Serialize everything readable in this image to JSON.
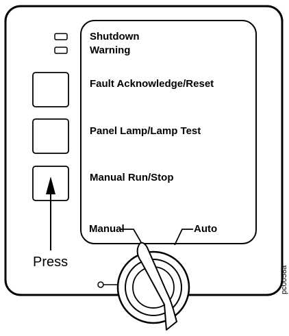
{
  "indicators": {
    "shutdown": "Shutdown",
    "warning": "Warning"
  },
  "buttons": {
    "fault_reset": "Fault Acknowledge/Reset",
    "panel_lamp": "Panel Lamp/Lamp Test",
    "manual_run": "Manual Run/Stop"
  },
  "switch": {
    "manual": "Manual",
    "auto": "Auto"
  },
  "callout": {
    "press": "Press"
  },
  "figure_code": "pc0058a",
  "icons": {
    "indicator_led": "rectangle-led-icon",
    "press_arrow": "arrow-up-icon",
    "key_switch": "rotary-key-switch-icon"
  }
}
